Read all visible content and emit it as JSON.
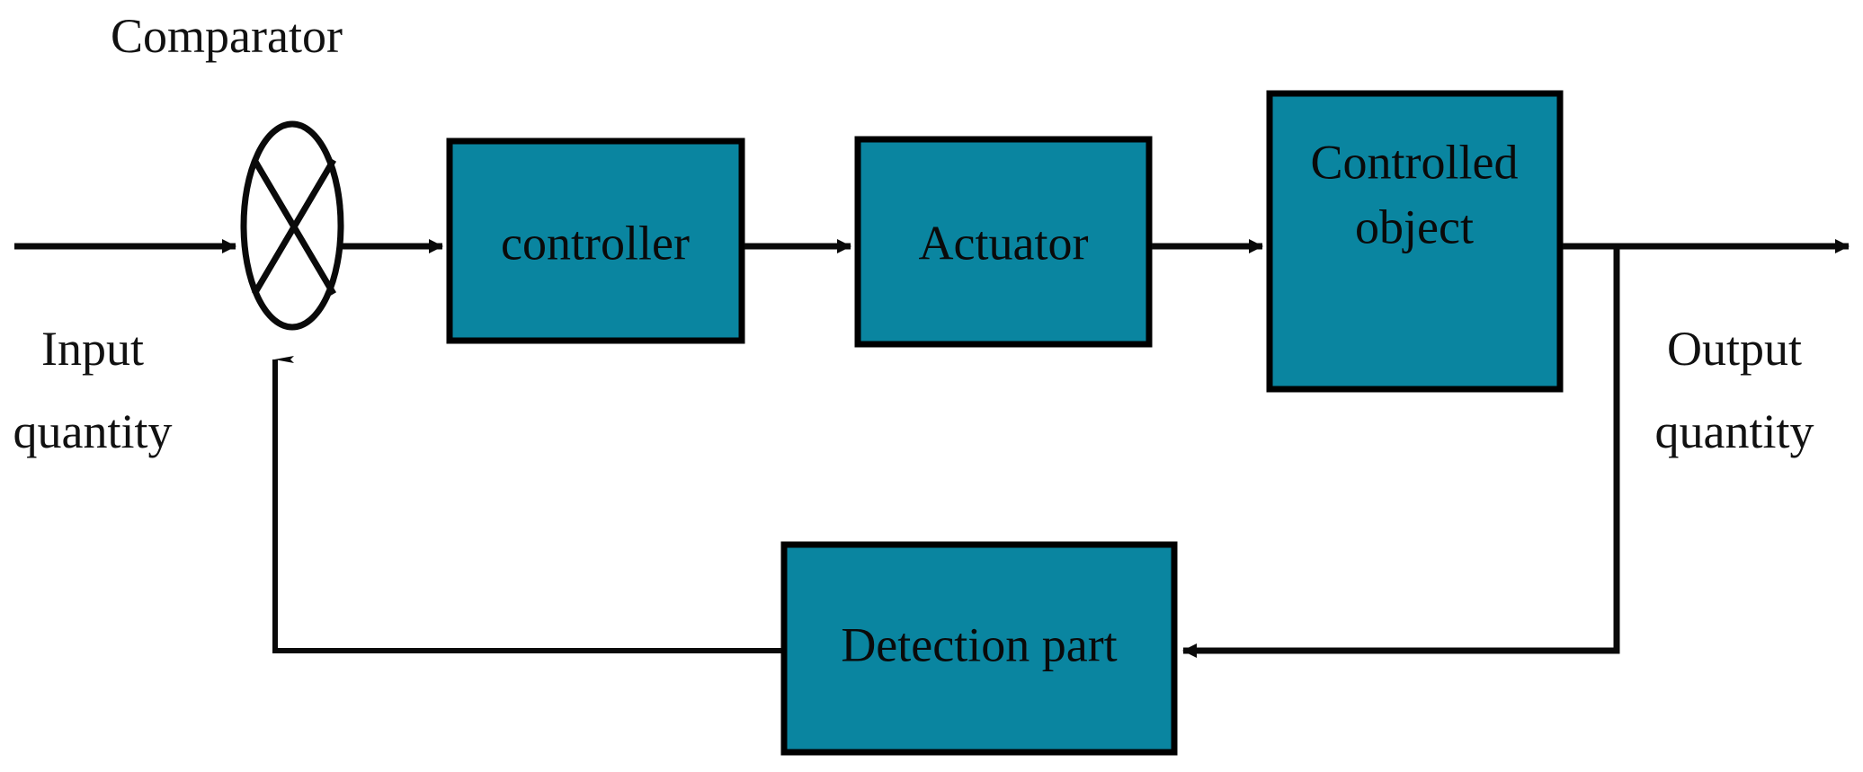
{
  "diagram": {
    "type": "control-system-block-diagram",
    "title": "Closed-loop feedback control system block diagram",
    "background_color": "#ffffff",
    "block_fill_color": "#0a85a0",
    "block_stroke_color": "#000000",
    "line_color": "#0a0a0a",
    "text_color": "#111111",
    "labels": {
      "comparator": "Comparator",
      "input_line1": "Input",
      "input_line2": "quantity",
      "output_line1": "Output",
      "output_line2": "quantity"
    },
    "blocks": [
      {
        "id": "controller",
        "label": "controller",
        "label_line2": ""
      },
      {
        "id": "actuator",
        "label": "Actuator",
        "label_line2": ""
      },
      {
        "id": "controlled-object",
        "label": "Controlled",
        "label_line2": "object"
      },
      {
        "id": "detection-part",
        "label": "Detection part",
        "label_line2": ""
      }
    ],
    "connections": [
      {
        "from": "input",
        "to": "comparator",
        "kind": "arrow",
        "direction": "right"
      },
      {
        "from": "comparator",
        "to": "controller",
        "kind": "arrow",
        "direction": "right"
      },
      {
        "from": "controller",
        "to": "actuator",
        "kind": "arrow",
        "direction": "right"
      },
      {
        "from": "actuator",
        "to": "controlled-object",
        "kind": "arrow",
        "direction": "right"
      },
      {
        "from": "controlled-object",
        "to": "output",
        "kind": "arrow",
        "direction": "right"
      },
      {
        "from": "output-branch",
        "to": "detection-part",
        "kind": "arrow",
        "direction": "left"
      },
      {
        "from": "detection-part",
        "to": "comparator",
        "kind": "arrow",
        "direction": "up"
      }
    ]
  }
}
